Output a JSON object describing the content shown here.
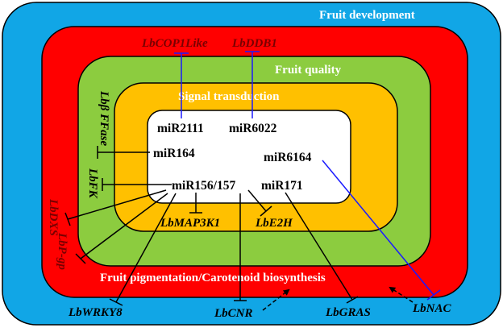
{
  "layers": {
    "fruit_development": {
      "label": "Fruit development",
      "color": "#11a6e6"
    },
    "fruit_pigmentation": {
      "label": "Fruit pigmentation/Carotenoid biosynthesis",
      "color": "#ff0000"
    },
    "fruit_quality": {
      "label": "Fruit quality",
      "color": "#8ccc3f"
    },
    "signal_transduction": {
      "label": "Signal transduction",
      "color": "#ffc000"
    },
    "core": {
      "color": "#ffffff"
    }
  },
  "mirnas": {
    "mir2111": "miR2111",
    "mir6022": "miR6022",
    "mir164": "miR164",
    "mir6164": "miR6164",
    "mir156_157": "miR156/157",
    "mir171": "miR171"
  },
  "genes": {
    "cop1like": "LbCOP1Like",
    "ddb1": "LbDDB1",
    "bffase": "Lbβ FFase",
    "lbfk": "LbFK",
    "lbdxs": "LbDXS",
    "lbpgp": "LbP-gp",
    "map3k1": "LbMAP3K1",
    "e2h": "LbE2H",
    "wrky8": "LbWRKY8",
    "cnr": "LbCNR",
    "gras": "LbGRAS",
    "nac": "LbNAC"
  },
  "colors": {
    "inhibition_black": "#000000",
    "inhibition_blue": "#1a1aff"
  }
}
